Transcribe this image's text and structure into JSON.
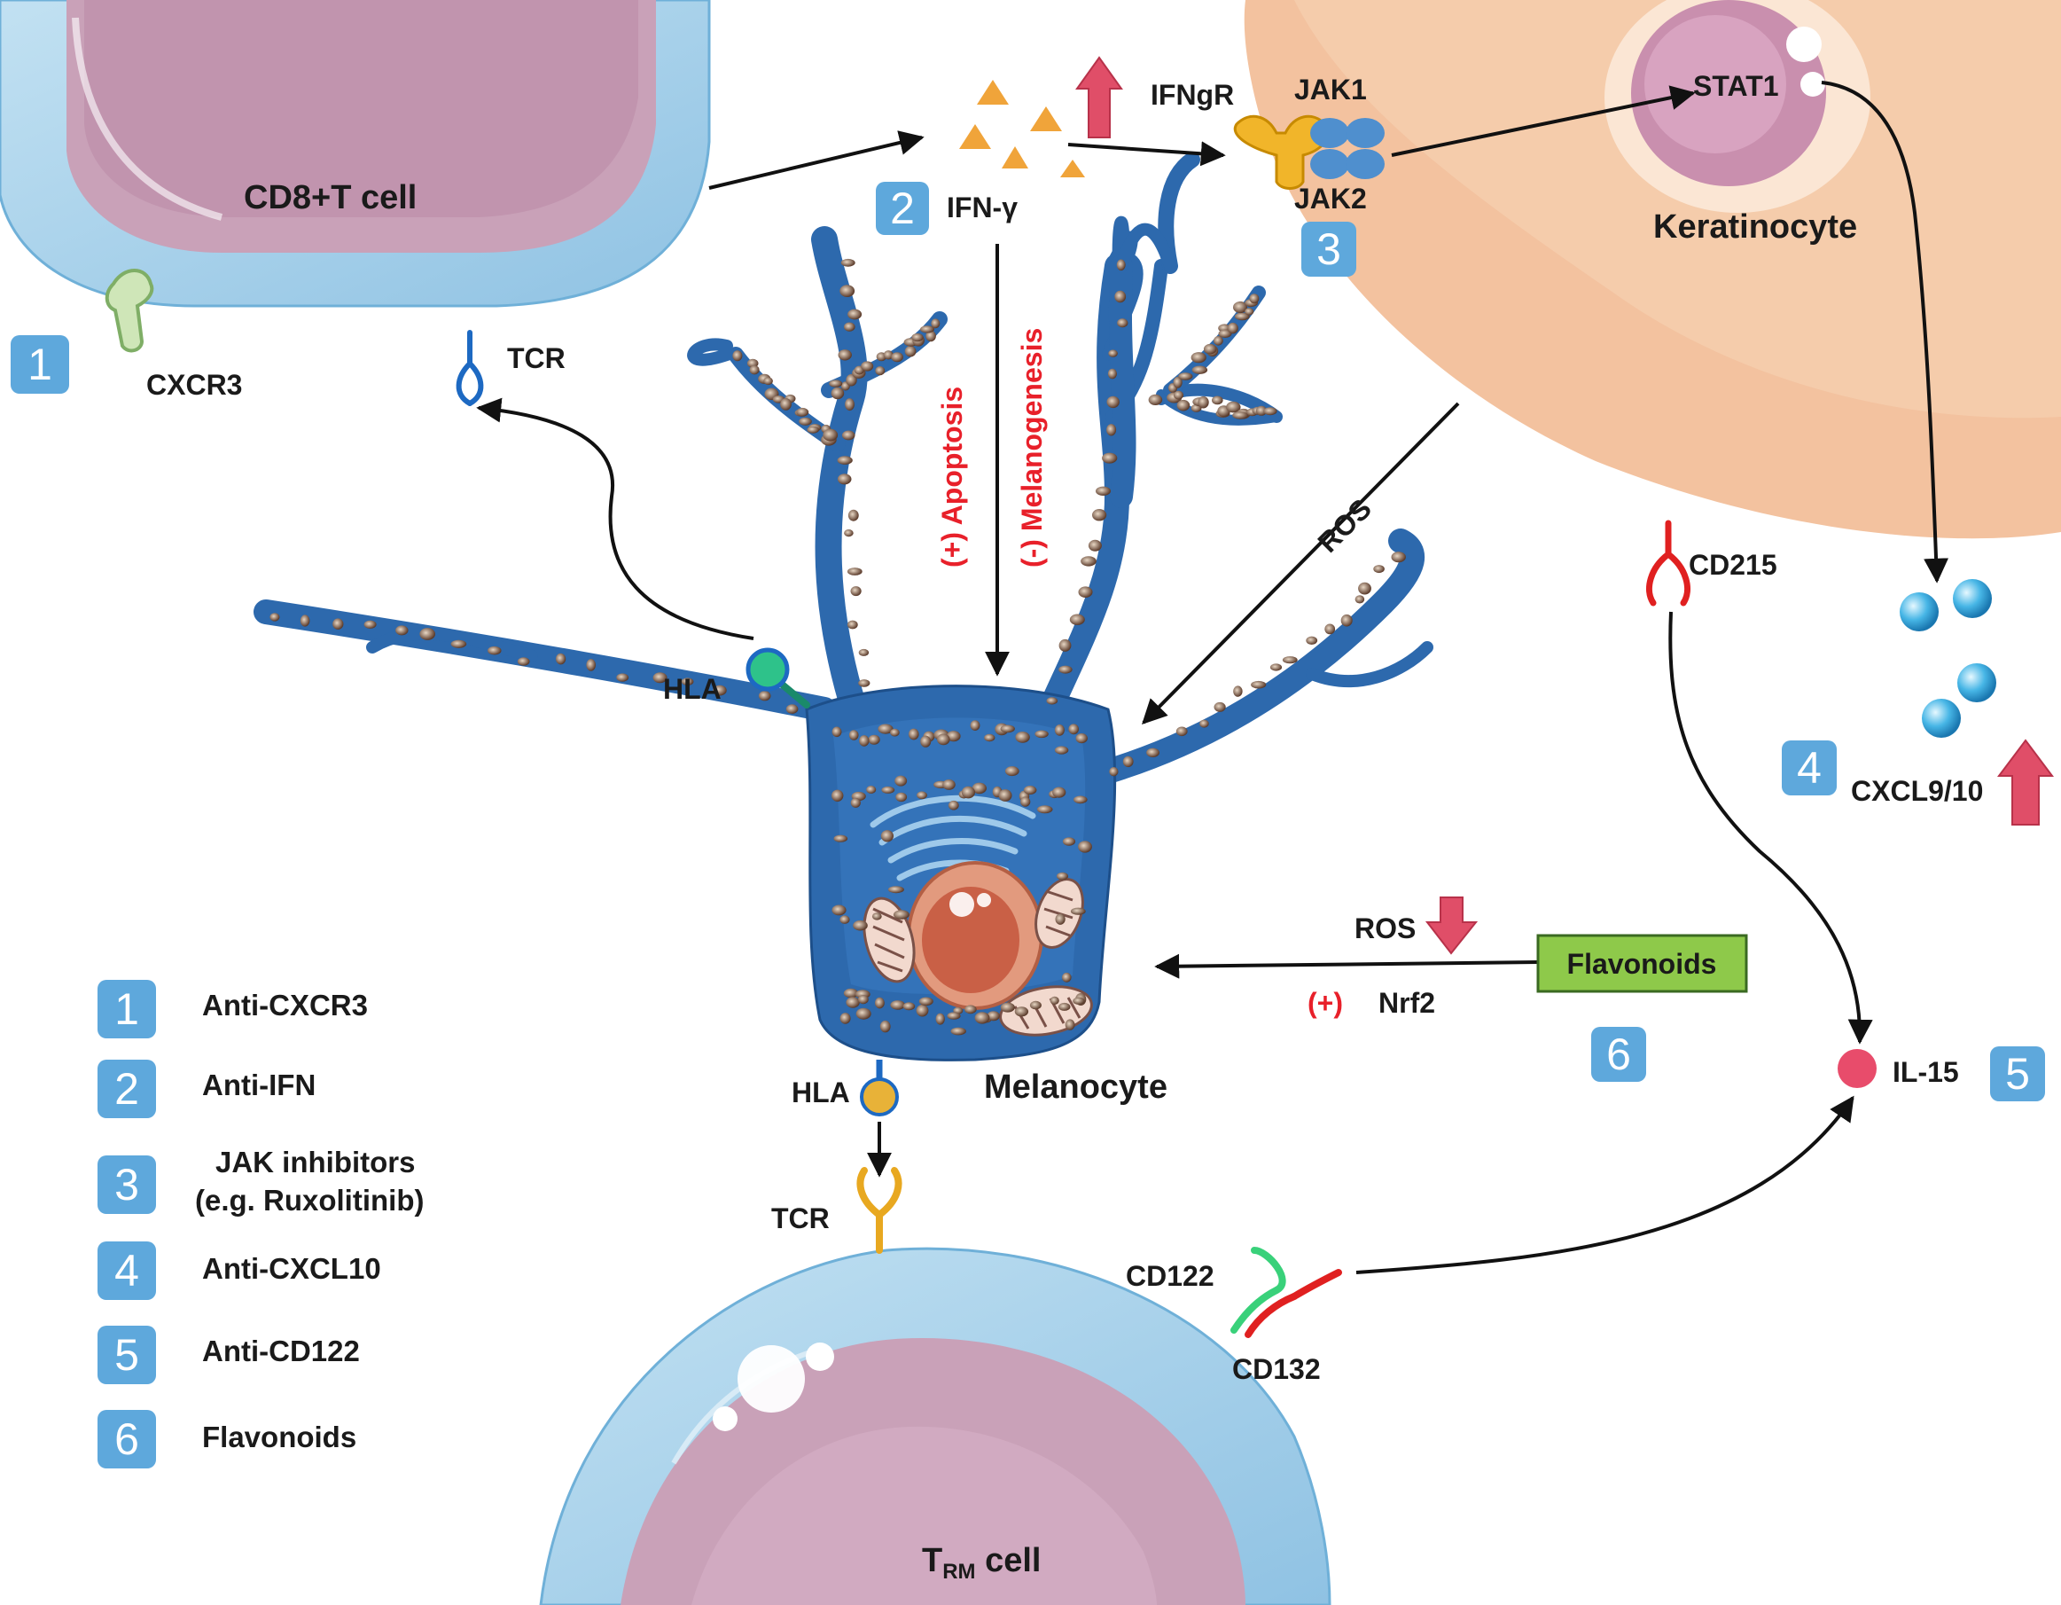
{
  "cells": {
    "cd8": "CD8+T cell",
    "keratinocyte": "Keratinocyte",
    "melanocyte": "Melanocyte",
    "trm_main": "T",
    "trm_sub": "RM",
    "trm_suffix": " cell"
  },
  "labels": {
    "cxcr3": "CXCR3",
    "tcr_top": "TCR",
    "ifn_gamma": "IFN-γ",
    "ifngr": "IFNgR",
    "jak1": "JAK1",
    "jak2": "JAK2",
    "stat1": "STAT1",
    "ros_diag": "ROS",
    "cd215": "CD215",
    "cxcl": "CXCL9/10",
    "hla_top": "HLA",
    "hla_bottom": "HLA",
    "tcr_bottom": "TCR",
    "cd122": "CD122",
    "cd132": "CD132",
    "il15": "IL-15",
    "ros_down": "ROS",
    "nrf2_sign": "(+)",
    "nrf2": "Nrf2",
    "flavonoids_box": "Flavonoids",
    "apoptosis": "(+) Apoptosis",
    "melanogenesis": "(-) Melanogenesis"
  },
  "badges": {
    "b1": "1",
    "b2": "2",
    "b3": "3",
    "b4": "4",
    "b5": "5",
    "b6": "6"
  },
  "legend": [
    {
      "num": "1",
      "text": "Anti-CXCR3"
    },
    {
      "num": "2",
      "text": "Anti-IFN"
    },
    {
      "num": "3",
      "text": "JAK inhibitors",
      "text2": "(e.g. Ruxolitinib)"
    },
    {
      "num": "4",
      "text": "Anti-CXCL10"
    },
    {
      "num": "5",
      "text": "Anti-CD122"
    },
    {
      "num": "6",
      "text": "Flavonoids"
    }
  ],
  "colors": {
    "membrane": "#a9d2ea",
    "nucleus": "#c9a1b8",
    "keratinocyte": "#f5c8a4",
    "melanocyte": "#2d69ad",
    "badge": "#5ea8dc",
    "red_text": "#e8202a",
    "flavonoid_box": "#8ec94a"
  }
}
